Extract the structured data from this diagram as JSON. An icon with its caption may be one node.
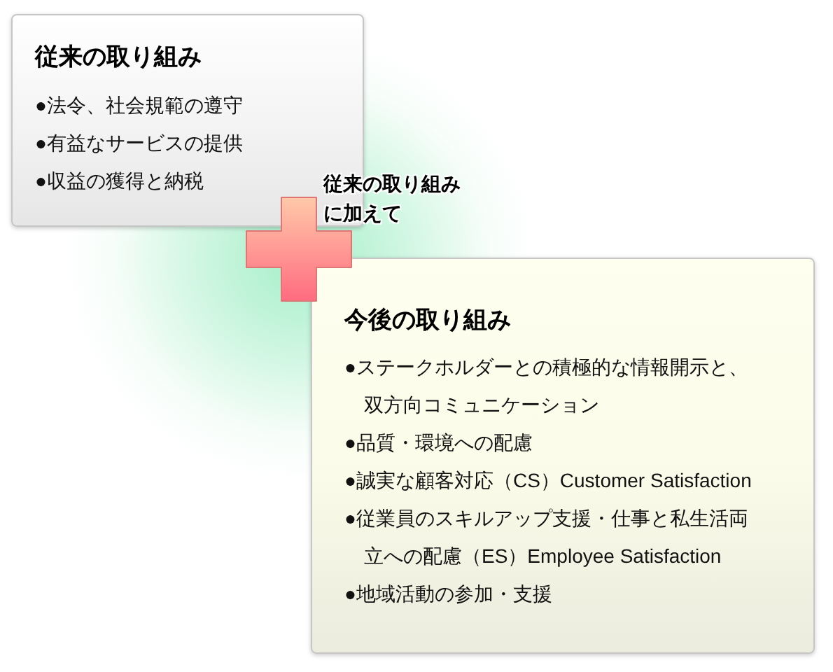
{
  "diagram": {
    "nodes": [
      {
        "text": [
          "従来の取り組み",
          "●法令、社会規範の遵守",
          "●有益なサービスの提供",
          "●収益の獲得と納税"
        ]
      },
      {
        "text": [],
        "shape": "plus",
        "beside": [
          "従来の取り組みに加えて"
        ]
      },
      {
        "text": [
          "今後の取り組み",
          "●ステークホルダーとの積極的な情報開示と、双方向コミュニケーション",
          "●品質・環境への配慮",
          "●誠実な顧客対応（CS）Customer Satisfaction",
          "●従業員のスキルアップ支援・仕事と私生活両立への配慮（ES）Employee Satisfaction",
          "●地域活動の参加・支援"
        ]
      }
    ]
  }
}
